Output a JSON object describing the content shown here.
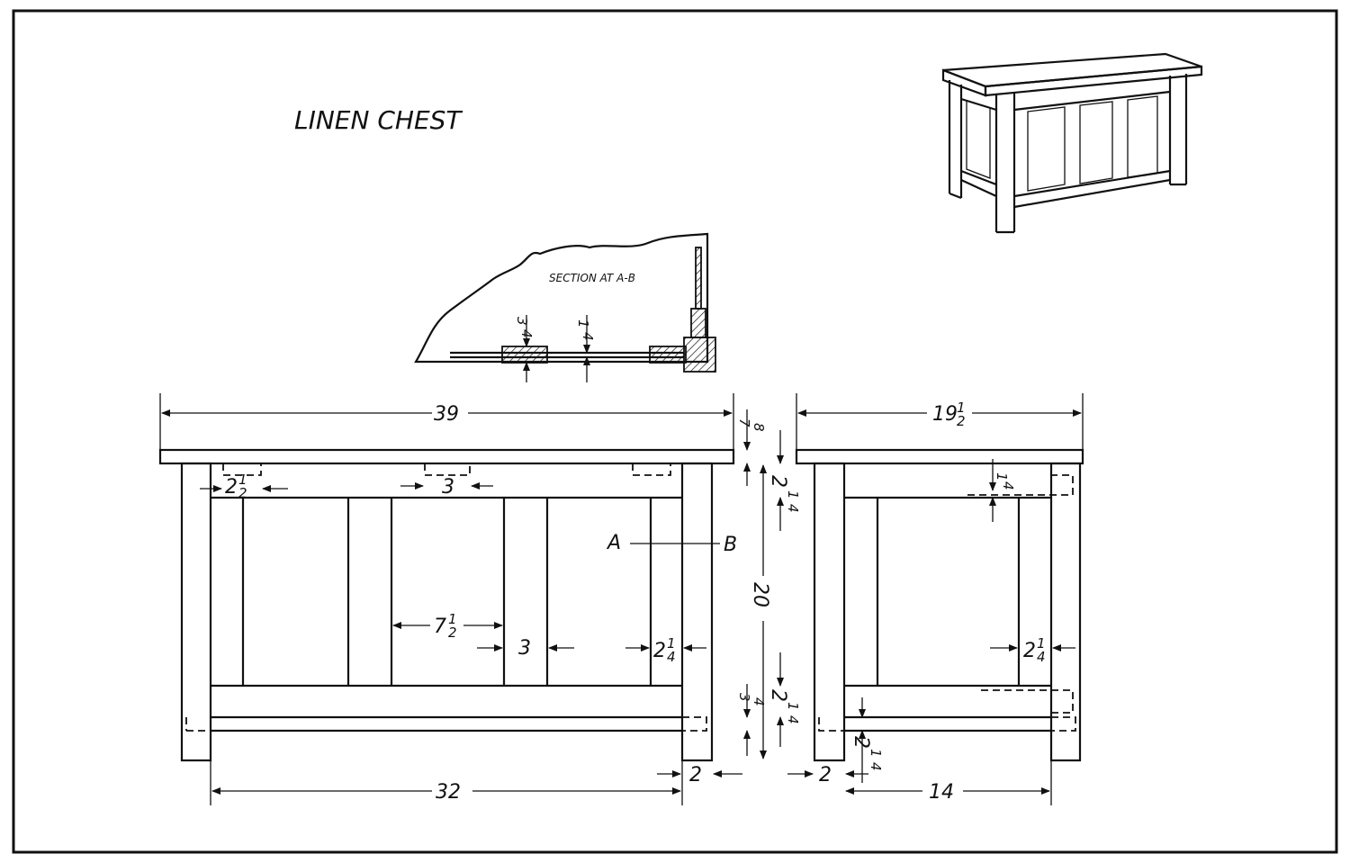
{
  "title": "LINEN CHEST",
  "section_label": "SECTION AT A-B",
  "section_point_a": "A",
  "section_point_b": "B",
  "dimensions": {
    "overall_length": "39",
    "overall_depth_whole": "19",
    "overall_depth_num": "1",
    "overall_depth_den": "2",
    "top_thickness_num": "7",
    "top_thickness_den": "8",
    "rail_top_whole": "2",
    "rail_top_num": "1",
    "rail_top_den": "4",
    "height": "20",
    "bottom_rail_whole": "2",
    "bottom_rail_num": "1",
    "bottom_rail_den": "4",
    "bottom_board_num": "3",
    "bottom_board_den": "4",
    "inner_length": "32",
    "inner_depth": "14",
    "leg_width_front": "2",
    "leg_width_side": "2",
    "button_whole": "2",
    "button_num": "1",
    "button_den": "2",
    "button_length": "3",
    "panel_width_whole": "7",
    "panel_width_num": "1",
    "panel_width_den": "2",
    "stile_width": "3",
    "end_stile_whole": "2",
    "end_stile_num": "1",
    "end_stile_den": "4",
    "side_stile_whole": "2",
    "side_stile_num": "1",
    "side_stile_den": "4",
    "side_rail_whole": "2",
    "side_rail_num": "1",
    "side_rail_den": "4",
    "side_top_num": "1",
    "side_top_den": "4",
    "panel_thick_num": "3",
    "panel_thick_den": "4",
    "ply_thick_num": "1",
    "ply_thick_den": "4"
  }
}
